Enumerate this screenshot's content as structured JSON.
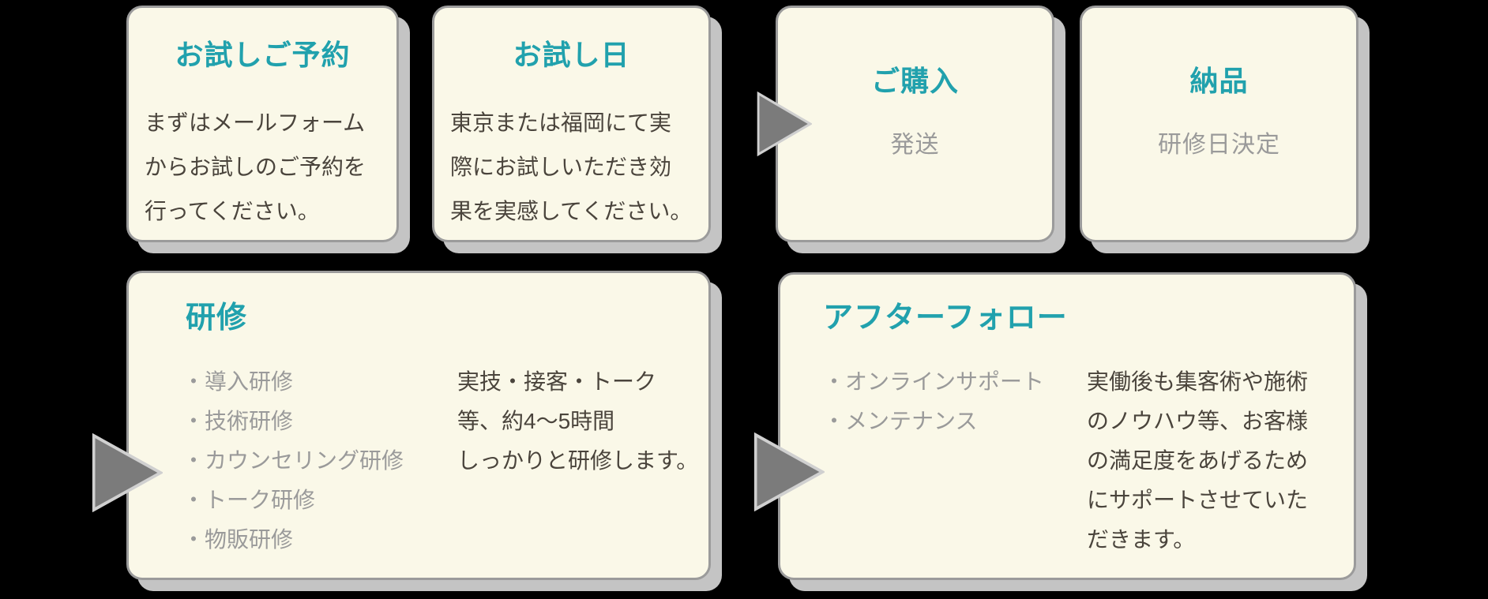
{
  "colors": {
    "background": "#000000",
    "card_background": "#FAF8E8",
    "card_border": "#9B9B9B",
    "card_shadow": "#C4C4C4",
    "title_accent": "#21A1AD",
    "text_dark": "#4A443C",
    "text_gray": "#9A9A9A",
    "arrow_fill": "#7B7B7B",
    "arrow_edge": "#D0D0D0"
  },
  "flow": {
    "step1": {
      "title": "お試しご予約",
      "lines": [
        "まずはメールフォーム",
        "からお試しのご予約を",
        "行ってください。"
      ]
    },
    "step2": {
      "title": "お試し日",
      "lines": [
        "東京または福岡にて実",
        "際にお試しいただき効",
        "果を実感してください。"
      ]
    },
    "step3": {
      "title": "ご購入",
      "note": "発送"
    },
    "step4": {
      "title": "納品",
      "note": "研修日決定"
    },
    "step5": {
      "title": "研修",
      "bullets": [
        "・導入研修",
        "・技術研修",
        "・カウンセリング研修",
        "・トーク研修",
        "・物販研修"
      ],
      "note_lines": [
        "実技・接客・トーク",
        "等、約4〜5時間",
        "しっかりと研修します。"
      ]
    },
    "step6": {
      "title": "アフターフォロー",
      "bullets": [
        "・オンラインサポート",
        "・メンテナンス"
      ],
      "note_lines": [
        "実働後も集客術や施術",
        "のノウハウ等、お客様",
        "の満足度をあげるため",
        "にサポートさせていた",
        "だきます。"
      ]
    }
  }
}
